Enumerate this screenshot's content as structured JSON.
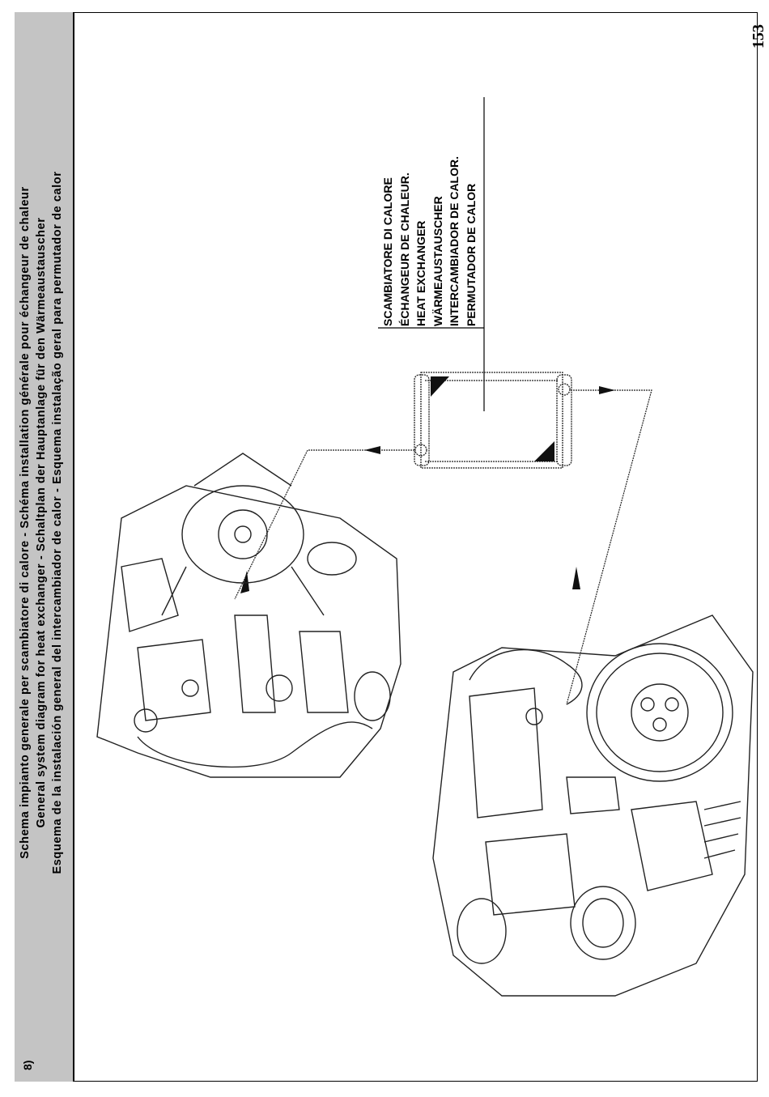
{
  "header": {
    "section_number": "8)",
    "lines": [
      "Schema  impianto generale per scambiatore di calore - Schéma installation générale pour échangeur de chaleur",
      "General system diagram for heat exchanger - Schaltplan der Hauptanlage für den Wärmeaustauscher",
      "Esquema de la instalación general del intercambiador de calor - Esquema instalação geral para permutador de calor"
    ]
  },
  "page_number": "153",
  "component_label": {
    "lines": [
      "SCAMBIATORE DI CALORE",
      "ÉCHANGEUR DE CHALEUR.",
      "HEAT EXCHANGER",
      "WÄRMEAUSTAUSCHER",
      "INTERCAMBIADOR DE CALOR.",
      "PERMUTADOR DE CALOR"
    ]
  }
}
